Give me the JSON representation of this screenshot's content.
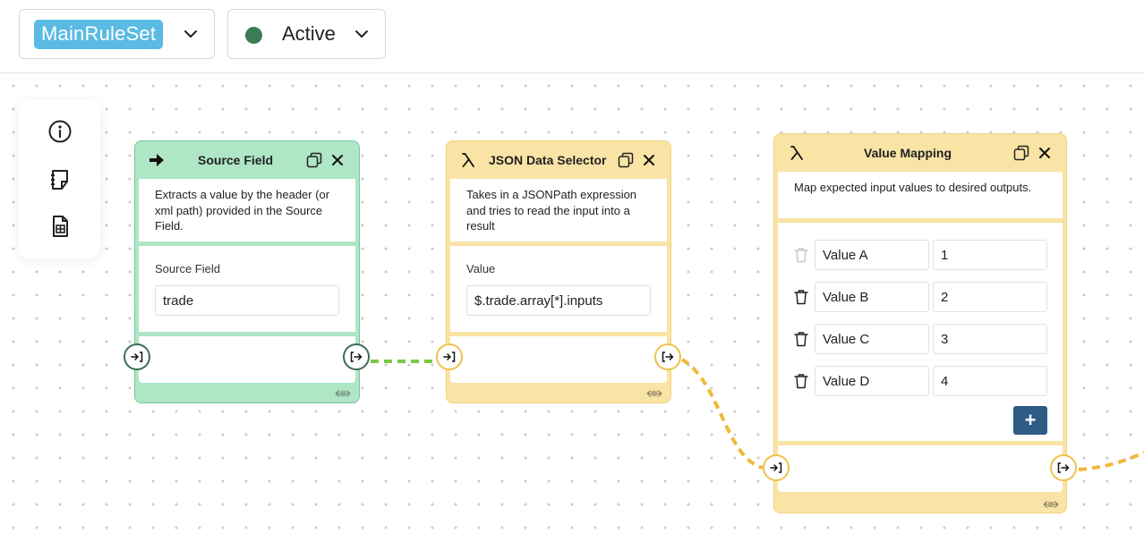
{
  "toolbar": {
    "ruleset_name": "MainRuleSet",
    "status": {
      "label": "Active",
      "color": "#3a7d55"
    }
  },
  "side_panel": {
    "icons": [
      "info-icon",
      "note-icon",
      "table-document-icon"
    ]
  },
  "nodes": {
    "source_field": {
      "title": "Source Field",
      "icon": "arrow-right-icon",
      "description": "Extracts a value by the header (or xml path) provided in the Source Field.",
      "field_label": "Source Field",
      "field_value": "trade"
    },
    "json_selector": {
      "title": "JSON Data Selector",
      "icon": "lambda-icon",
      "description": "Takes in a JSONPath expression and tries to read the input into a result",
      "field_label": "Value",
      "field_value": "$.trade.array[*].inputs"
    },
    "value_mapping": {
      "title": "Value Mapping",
      "icon": "lambda-icon",
      "description": "Map expected input values to desired outputs.",
      "rows": [
        {
          "input": "Value A",
          "output": "1"
        },
        {
          "input": "Value B",
          "output": "2"
        },
        {
          "input": "Value C",
          "output": "3"
        },
        {
          "input": "Value D",
          "output": "4"
        }
      ],
      "add_label": "+"
    }
  },
  "colors": {
    "green_node": "#aee6c6",
    "yellow_node": "#f9e4a6",
    "green_wire": "#7ac943",
    "yellow_wire": "#f0b93a",
    "add_button": "#2e5b85",
    "ruleset_tag": "#5bbbe3"
  }
}
